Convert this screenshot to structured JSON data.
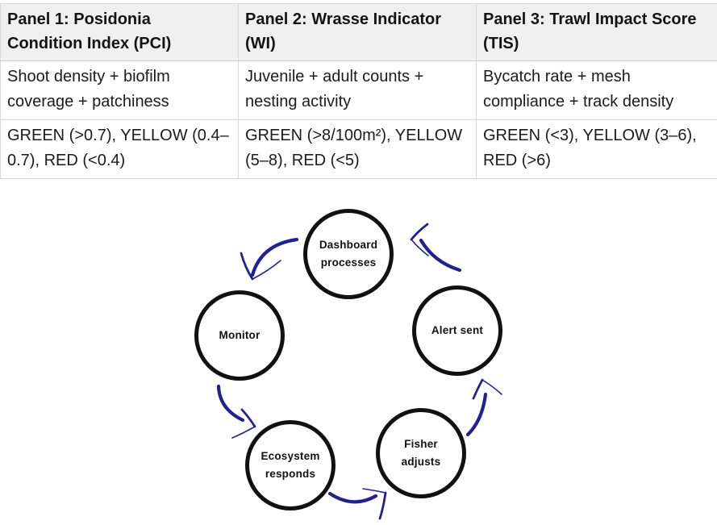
{
  "table": {
    "columns": [
      {
        "header": "Panel 1: Posidonia Condition Index (PCI)",
        "components": "Shoot density + biofilm coverage + patchiness",
        "thresholds": "GREEN (>0.7), YELLOW (0.4–0.7), RED (<0.4)"
      },
      {
        "header": "Panel 2: Wrasse Indicator (WI)",
        "components": "Juvenile + adult counts + nesting activity",
        "thresholds": "GREEN (>8/100m²), YELLOW (5–8), RED (<5)"
      },
      {
        "header": "Panel 3: Trawl Impact Score (TIS)",
        "components": "Bycatch rate + mesh compliance + track density",
        "thresholds": "GREEN (<3), YELLOW (3–6), RED (>6)"
      }
    ]
  },
  "diagram": {
    "nodes": [
      {
        "id": "dashboard",
        "label": "Dashboard processes"
      },
      {
        "id": "alert",
        "label": "Alert sent"
      },
      {
        "id": "fisher",
        "label": "Fisher adjusts"
      },
      {
        "id": "ecosystem",
        "label": "Ecosystem responds"
      },
      {
        "id": "monitor",
        "label": "Monitor"
      }
    ],
    "arrows": [
      {
        "from": "Dashboard processes",
        "to": "Monitor"
      },
      {
        "from": "Monitor",
        "to": "Ecosystem responds"
      },
      {
        "from": "Ecosystem responds",
        "to": "Fisher adjusts"
      },
      {
        "from": "Fisher adjusts",
        "to": "Alert sent"
      },
      {
        "from": "Alert sent",
        "to": "Dashboard processes"
      }
    ],
    "colors": {
      "arrow": "#22228f",
      "circle_stroke": "#111111"
    }
  }
}
